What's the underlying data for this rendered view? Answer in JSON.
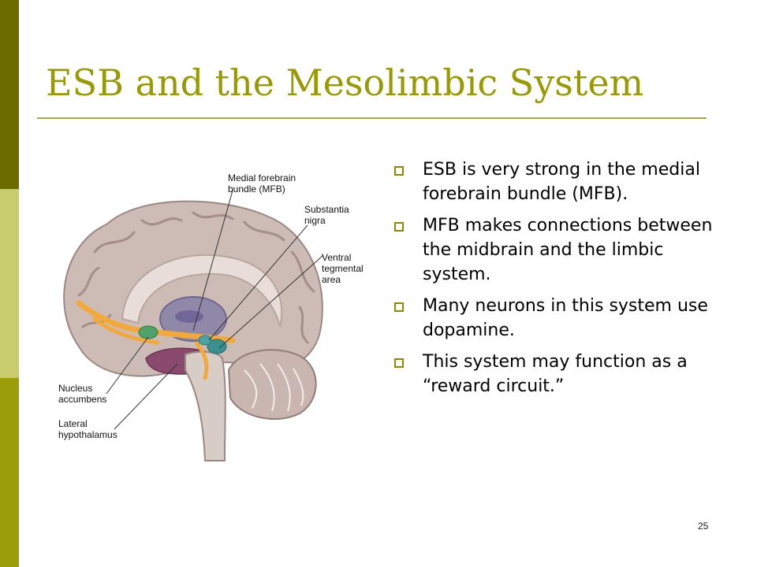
{
  "slide": {
    "title": "ESB and the Mesolimbic System",
    "page_number": "25"
  },
  "bullets": [
    "ESB is very strong in the medial forebrain bundle (MFB).",
    "MFB makes connections between the midbrain and the limbic system.",
    "Many neurons in this system use dopamine.",
    "This system may function as a “reward circuit.”"
  ],
  "figure": {
    "labels": {
      "medial_forebrain_bundle": "Medial forebrain\nbundle (MFB)",
      "substantia_nigra": "Substantia\nnigra",
      "ventral_tegmental_area": "Ventral\ntegmental\narea",
      "nucleus_accumbens": "Nucleus\naccumbens",
      "lateral_hypothalamus": "Lateral\nhypothalamus"
    }
  },
  "colors": {
    "title": "#999900",
    "sidebar_dark": "#6b6b00",
    "sidebar_light": "#c9cc6e",
    "sidebar_mid": "#9c9e09"
  }
}
